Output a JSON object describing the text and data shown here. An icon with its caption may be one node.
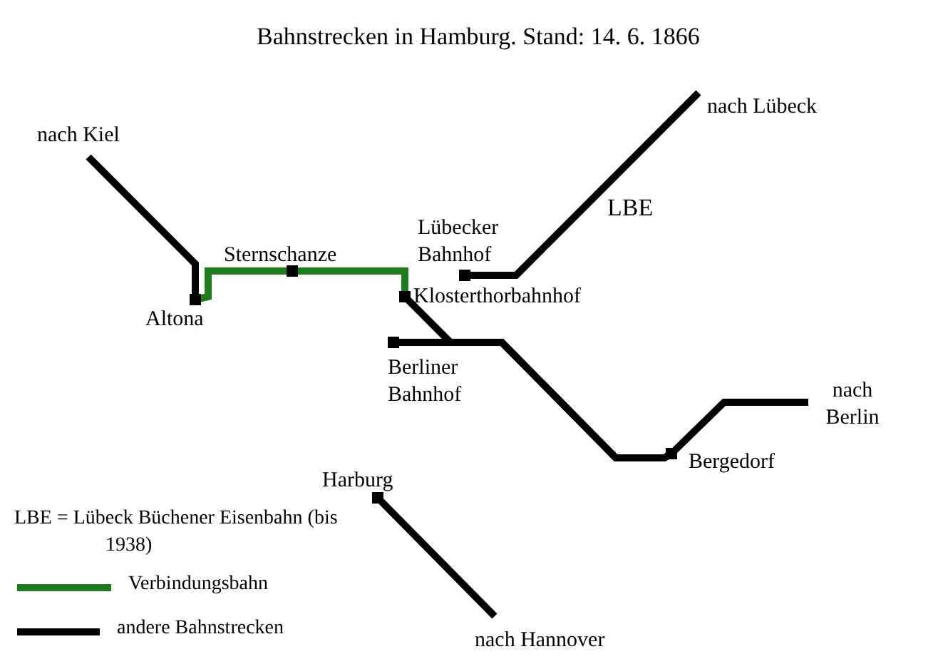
{
  "diagram": {
    "title": "Bahnstrecken in Hamburg. Stand: 14. 6. 1866",
    "nodes": [
      {
        "text": [
          "nach Kiel"
        ]
      },
      {
        "text": [
          "Altona"
        ]
      },
      {
        "text": [
          "Sternschanze"
        ]
      },
      {
        "text": [
          "Klosterthorbahnhof"
        ]
      },
      {
        "text": [
          "Lübecker Bahnhof"
        ]
      },
      {
        "text": [
          "nach Lübeck"
        ]
      },
      {
        "text": [
          "Berliner Bahnhof"
        ]
      },
      {
        "text": [
          "Bergedorf"
        ]
      },
      {
        "text": [
          "nach Berlin"
        ]
      },
      {
        "text": [
          "Harburg"
        ]
      },
      {
        "text": [
          "nach Hannover"
        ]
      }
    ],
    "edges": [
      {
        "from": 0,
        "to": 1,
        "arrow": "none"
      },
      {
        "from": 1,
        "to": 2,
        "arrow": "none",
        "color": "#1e7b1e"
      },
      {
        "from": 2,
        "to": 3,
        "arrow": "none",
        "color": "#1e7b1e"
      },
      {
        "from": 3,
        "to": 7,
        "arrow": "none"
      },
      {
        "from": 6,
        "to": 7,
        "arrow": "none"
      },
      {
        "from": 4,
        "to": 5,
        "arrow": "none",
        "label": "LBE"
      },
      {
        "from": 7,
        "to": 8,
        "arrow": "none"
      },
      {
        "from": 9,
        "to": 10,
        "arrow": "none"
      }
    ],
    "labels": [
      "LBE = Lübeck Büchener Eisenbahn (bis 1938)"
    ],
    "legend": [
      {
        "text": "Verbindungsbahn"
      },
      {
        "text": "andere Bahnstrecken"
      }
    ]
  }
}
